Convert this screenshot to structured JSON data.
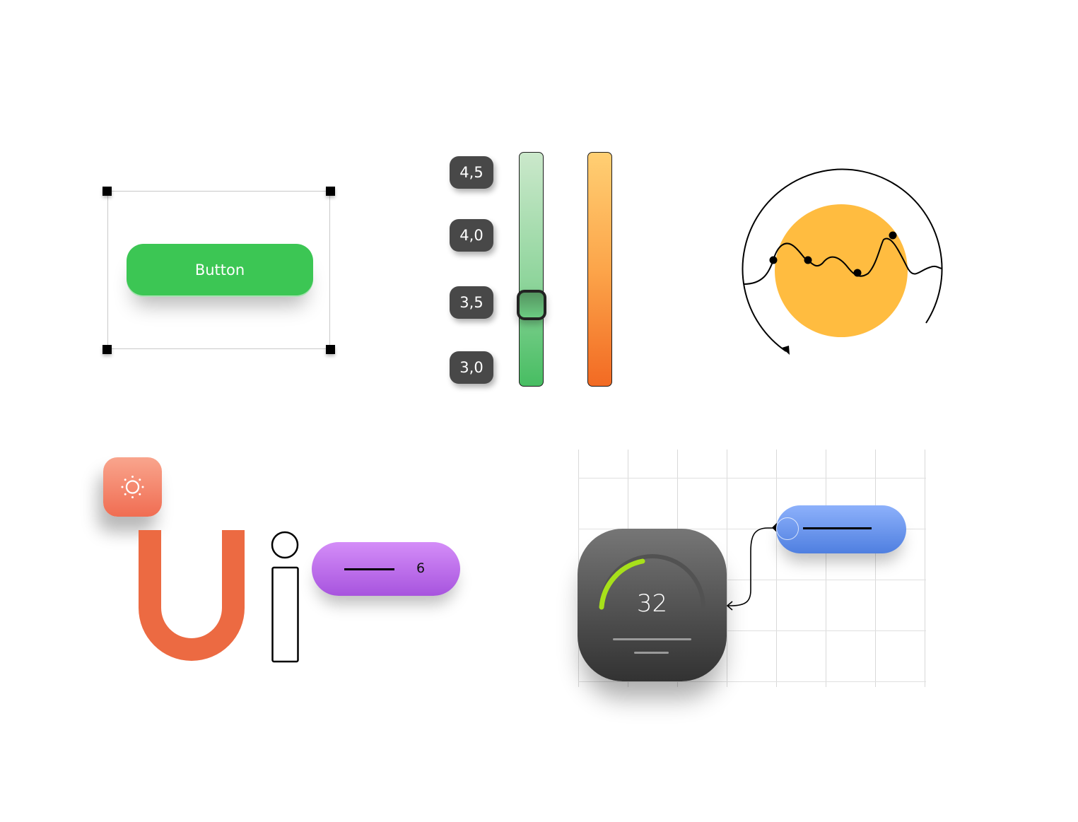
{
  "button_component": {
    "label": "Button",
    "color": "#3cc654"
  },
  "value_chips": [
    {
      "label": "4,5"
    },
    {
      "label": "4,0"
    },
    {
      "label": "3,5"
    },
    {
      "label": "3,0"
    }
  ],
  "sliders": {
    "green": {
      "selected_value": "3,5",
      "gradient": [
        "#cbe8cb",
        "#47bd62"
      ]
    },
    "orange": {
      "gradient": [
        "#ffcf73",
        "#f26a23"
      ]
    }
  },
  "sun_tile": {
    "icon": "sun-icon",
    "color": "#f07e62"
  },
  "logo_letters": {
    "u_color": "#ec6a42"
  },
  "purple_pill": {
    "value": "6",
    "color": "#bc6fec"
  },
  "gauge_tile": {
    "value": "32",
    "accent": "#a7e01a"
  },
  "blue_pill": {
    "color": "#6e97f0"
  },
  "circle_chart": {
    "fill": "#ffbc40"
  }
}
